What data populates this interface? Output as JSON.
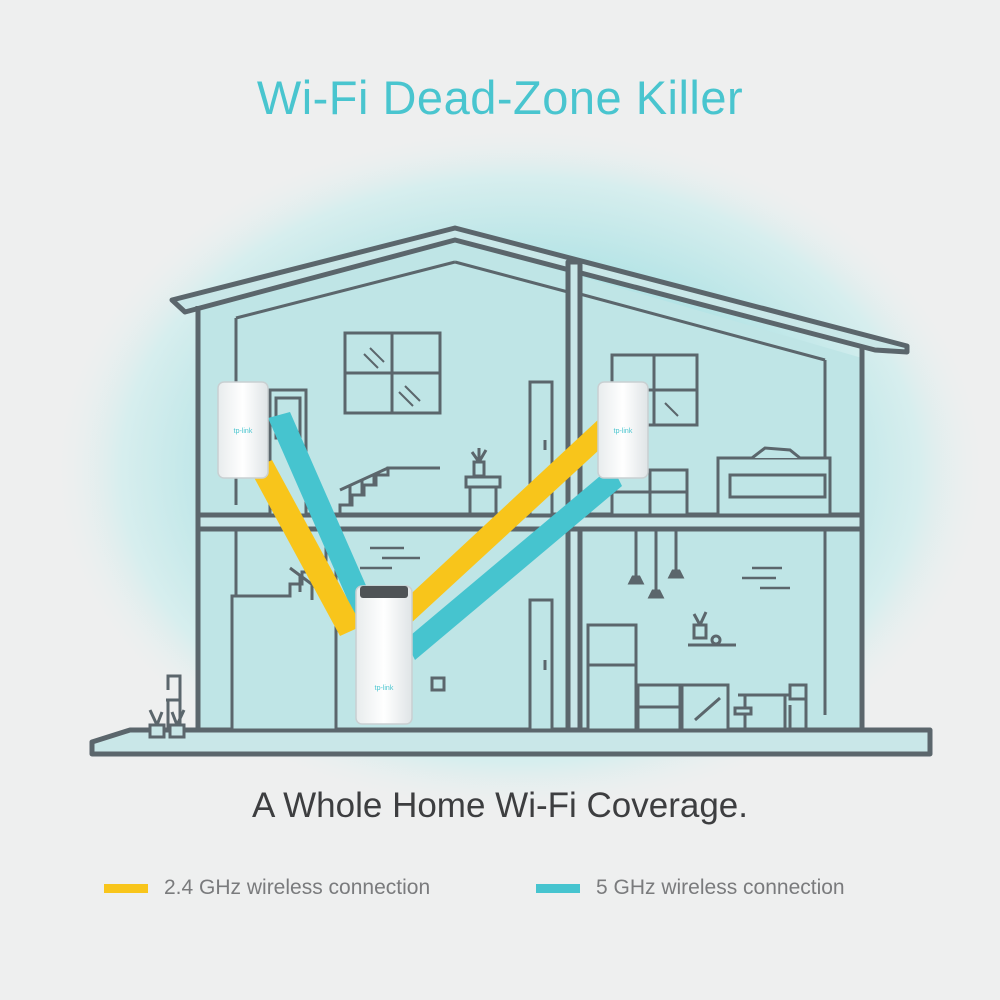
{
  "title": "Wi-Fi Dead-Zone Killer",
  "subtitle": "A Whole Home Wi-Fi Coverage.",
  "device_brand": "tp-link",
  "colors": {
    "title": "#49c5cf",
    "band_24": "#f8c51b",
    "band_5": "#46c4cf",
    "house_stroke": "#5b666c",
    "house_fill": "#bfe5e6"
  },
  "legend": [
    {
      "label": "2.4 GHz wireless connection",
      "color": "#f8c51b"
    },
    {
      "label": "5 GHz wireless connection",
      "color": "#46c4cf"
    }
  ]
}
